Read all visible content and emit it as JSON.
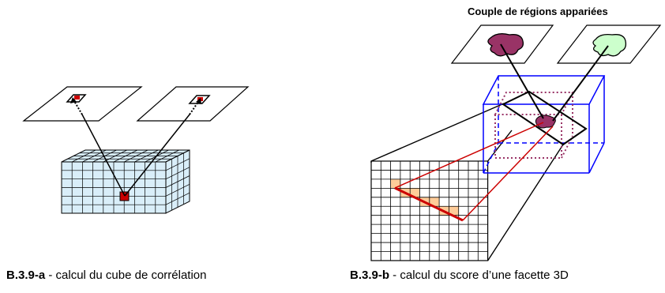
{
  "left_figure": {
    "caption_id": "B.3.9-a",
    "caption_text": " - calcul du cube de corrélation"
  },
  "right_figure": {
    "title": "Couple de régions appariées",
    "caption_id": "B.3.9-b",
    "caption_text": " - calcul du score d’une facette 3D"
  },
  "colors": {
    "cube_fill": "#d9eef9",
    "cube_voxel": "#cc0000",
    "region_left": "#993366",
    "region_right": "#ccffcc",
    "bounding_box": "#0000ff",
    "dotted_box": "#993366",
    "projection_lines": "#cc0000",
    "highlight_cells": "#ffcc99"
  }
}
